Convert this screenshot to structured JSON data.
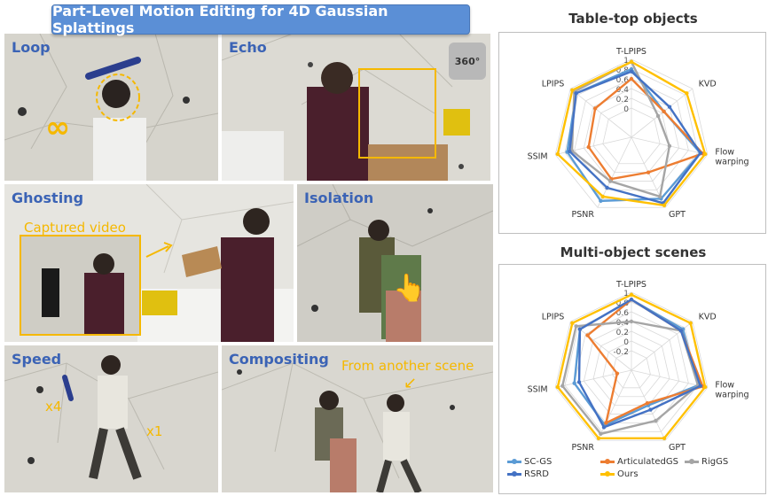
{
  "banner": {
    "title": "Part-Level Motion Editing for 4D Gaussian Splattings"
  },
  "panels": {
    "loop": {
      "label": "Loop"
    },
    "echo": {
      "label": "Echo"
    },
    "ghosting": {
      "label": "Ghosting",
      "note": "Captured video"
    },
    "isolation": {
      "label": "Isolation"
    },
    "speed": {
      "label": "Speed",
      "x4": "x4",
      "x1": "x1"
    },
    "compositing": {
      "label": "Compositing",
      "note": "From another scene"
    }
  },
  "view360": {
    "label": "360°"
  },
  "colors": {
    "SC-GS": "#5b9bd5",
    "ArticulatedGS": "#ed7d31",
    "RigGS": "#a5a5a5",
    "RSRD": "#4472c4",
    "Ours": "#ffc000"
  },
  "chart_data": [
    {
      "type": "radar",
      "title": "Table-top objects",
      "axes": [
        "T-LPIPS",
        "KVD",
        "Flow warping",
        "GPT",
        "PSNR",
        "SSIM",
        "LPIPS"
      ],
      "ticks": [
        "1",
        "0.8",
        "0.6",
        "0.4",
        "0.2",
        "0"
      ],
      "range": [
        -0.6,
        1
      ],
      "series": [
        {
          "name": "SC-GS",
          "values": [
            0.8,
            0.25,
            0.85,
            0.8,
            0.85,
            0.75,
            0.85
          ]
        },
        {
          "name": "ArticulatedGS",
          "values": [
            0.6,
            0.25,
            0.9,
            0.2,
            0.35,
            0.3,
            0.35
          ]
        },
        {
          "name": "RigGS",
          "values": [
            0.95,
            0.1,
            0.2,
            0.75,
            0.4,
            0.65,
            0.9
          ]
        },
        {
          "name": "RSRD",
          "values": [
            0.75,
            0.4,
            0.85,
            0.9,
            0.55,
            0.7,
            0.85
          ]
        },
        {
          "name": "Ours",
          "values": [
            0.95,
            0.85,
            0.95,
            0.95,
            0.75,
            0.95,
            0.95
          ]
        }
      ]
    },
    {
      "type": "radar",
      "title": "Multi-object scenes",
      "axes": [
        "T-LPIPS",
        "KVD",
        "Flow warping",
        "GPT",
        "PSNR",
        "SSIM",
        "LPIPS"
      ],
      "ticks": [
        "1",
        "0.8",
        "0.6",
        "0.4",
        "0.2",
        "0",
        "-0.2"
      ],
      "range": [
        -0.6,
        1
      ],
      "series": [
        {
          "name": "SC-GS",
          "values": [
            0.85,
            0.75,
            0.8,
            0.2,
            0.65,
            0.6,
            0.75
          ]
        },
        {
          "name": "ArticulatedGS",
          "values": [
            0.85,
            0.7,
            0.9,
            0.15,
            0.6,
            -0.3,
            0.55
          ]
        },
        {
          "name": "RigGS",
          "values": [
            0.4,
            0.7,
            0.8,
            0.55,
            0.85,
            0.85,
            0.85
          ]
        },
        {
          "name": "RSRD",
          "values": [
            0.85,
            0.7,
            0.85,
            0.3,
            0.7,
            0.5,
            0.75
          ]
        },
        {
          "name": "Ours",
          "values": [
            0.95,
            0.95,
            0.95,
            0.95,
            0.95,
            0.95,
            0.95
          ]
        }
      ]
    }
  ]
}
